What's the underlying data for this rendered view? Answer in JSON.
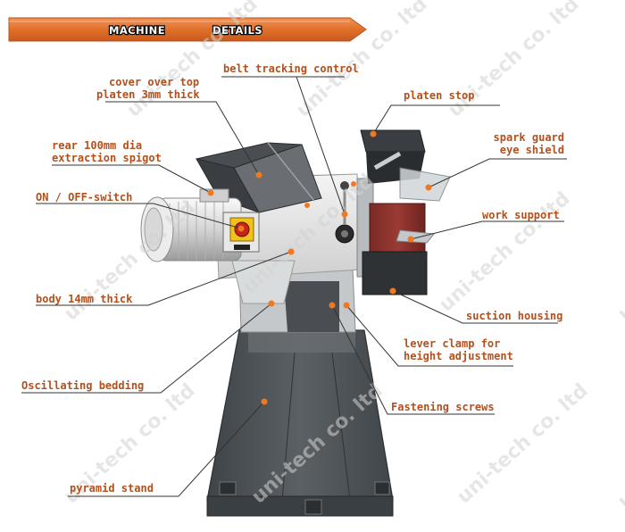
{
  "banner": {
    "word1": "MACHINE",
    "word2": "DETAILS"
  },
  "watermark": "uni-tech co. ltd",
  "colors": {
    "label": "#b3501c",
    "dot": "#f07820",
    "banner": "#e0702a",
    "leader": "#333333"
  },
  "labels": {
    "belt_tracking": "belt tracking control",
    "cover_line1": "cover over top",
    "cover_line2": "platen 3mm thick",
    "platen_stop": "platen stop",
    "rear_line1": "rear 100mm dia",
    "rear_line2": "extraction spigot",
    "spark_line1": "spark guard",
    "spark_line2": "eye shield",
    "switch": "ON / OFF-switch",
    "work_support": "work support",
    "body": "body 14mm thick",
    "suction": "suction housing",
    "lever_line1": "lever clamp for",
    "lever_line2": "height adjustment",
    "oscillating": "Oscillating bedding",
    "fastening": "Fastening screws",
    "pyramid": "pyramid stand"
  }
}
